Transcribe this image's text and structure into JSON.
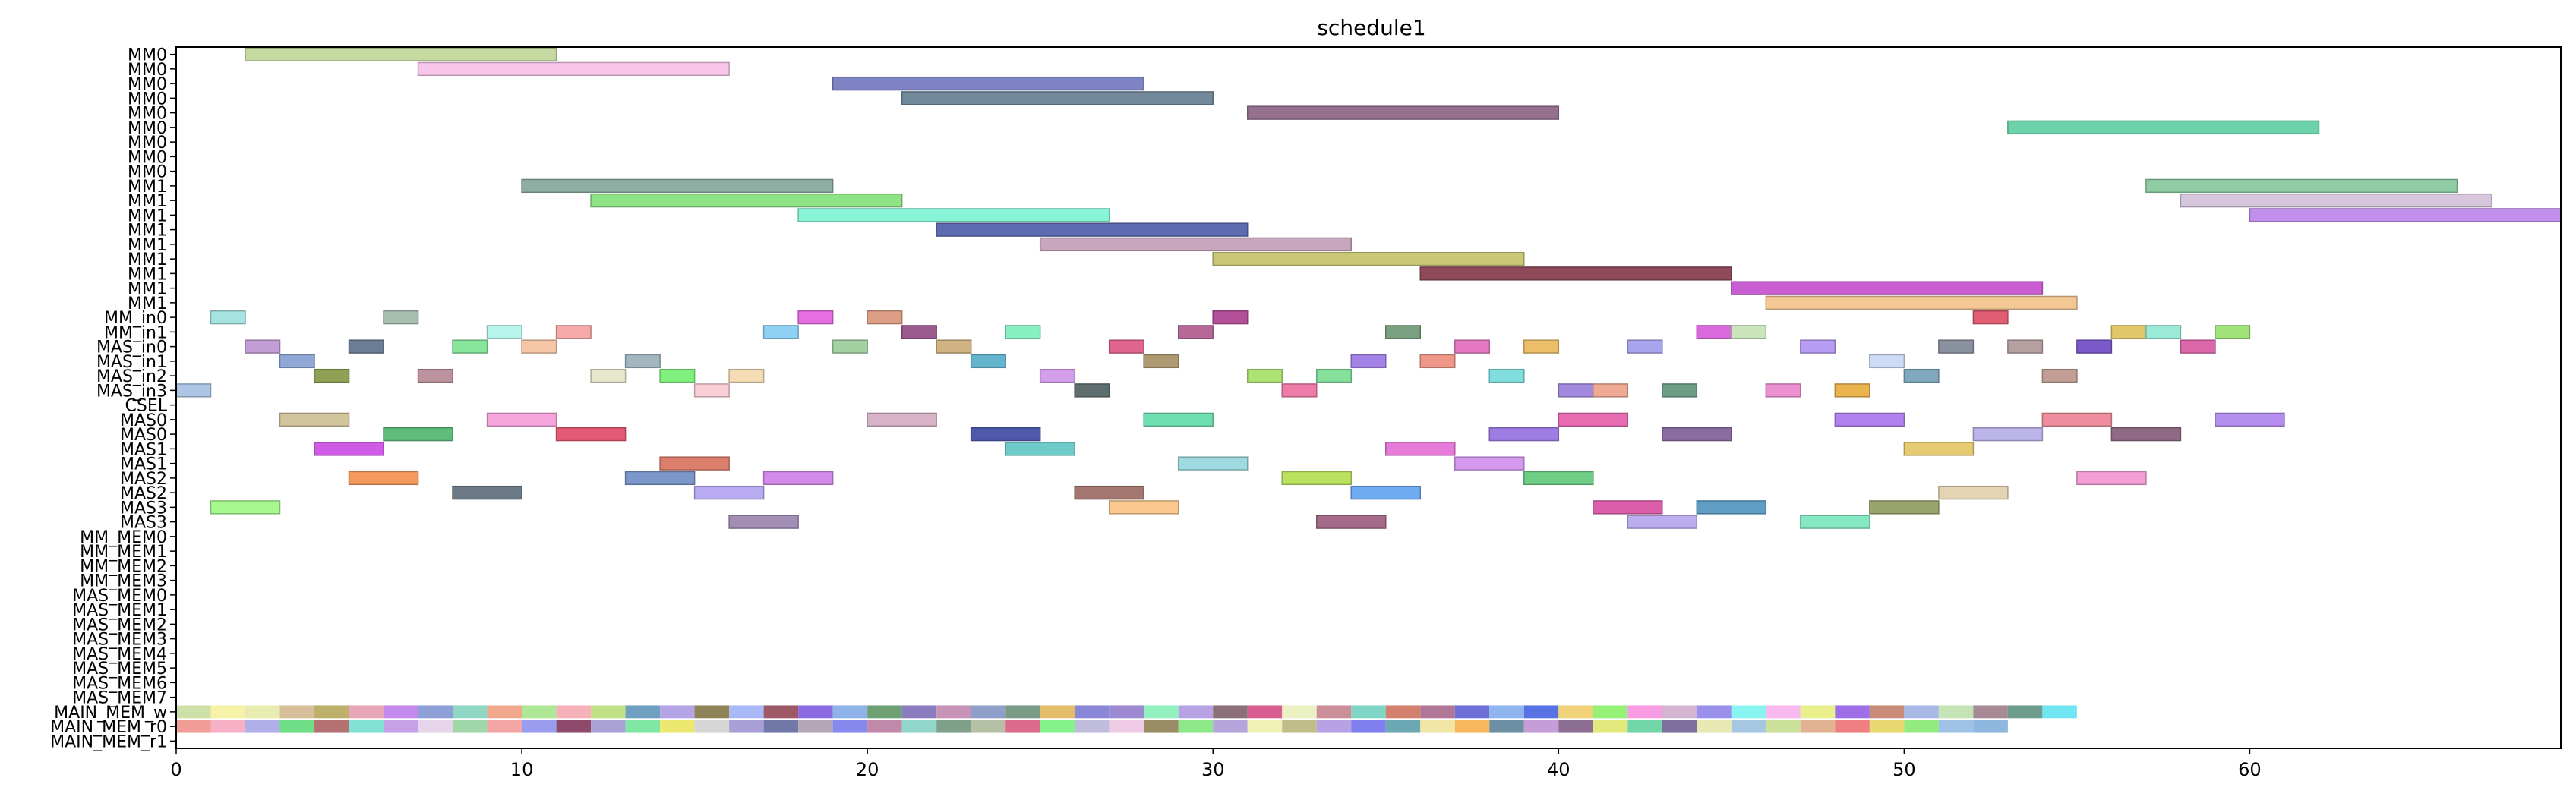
{
  "chart_data": {
    "type": "gantt",
    "title": "schedule1",
    "xlabel": "",
    "ylabel": "",
    "xlim": [
      0,
      69
    ],
    "xticks": [
      0,
      10,
      20,
      30,
      40,
      50,
      60
    ],
    "grid": false,
    "rows": [
      "MM0",
      "MM0",
      "MM0",
      "MM0",
      "MM0",
      "MM0",
      "MM0",
      "MM0",
      "MM0",
      "MM1",
      "MM1",
      "MM1",
      "MM1",
      "MM1",
      "MM1",
      "MM1",
      "MM1",
      "MM1",
      "MM_in0",
      "MM_in1",
      "MAS_in0",
      "MAS_in1",
      "MAS_in2",
      "MAS_in3",
      "CSEL",
      "MAS0",
      "MAS0",
      "MAS1",
      "MAS1",
      "MAS2",
      "MAS2",
      "MAS3",
      "MAS3",
      "MM_MEM0",
      "MM_MEM1",
      "MM_MEM2",
      "MM_MEM3",
      "MAS_MEM0",
      "MAS_MEM1",
      "MAS_MEM2",
      "MAS_MEM3",
      "MAS_MEM4",
      "MAS_MEM5",
      "MAS_MEM6",
      "MAS_MEM7",
      "MAIN_MEM_w",
      "MAIN_MEM_r0",
      "MAIN_MEM_r1"
    ],
    "tasks": [
      {
        "row": 0,
        "start": 2,
        "end": 11,
        "color": "#c5d9a0"
      },
      {
        "row": 1,
        "start": 7,
        "end": 16,
        "color": "#f7c6ea"
      },
      {
        "row": 2,
        "start": 19,
        "end": 28,
        "color": "#7e83c4"
      },
      {
        "row": 3,
        "start": 21,
        "end": 30,
        "color": "#71899b"
      },
      {
        "row": 4,
        "start": 31,
        "end": 40,
        "color": "#95718f"
      },
      {
        "row": 5,
        "start": 53,
        "end": 62,
        "color": "#6bd2a9"
      },
      {
        "row": 9,
        "start": 10,
        "end": 19,
        "color": "#8eada4"
      },
      {
        "row": 9,
        "start": 57,
        "end": 66,
        "color": "#8fcca4"
      },
      {
        "row": 10,
        "start": 12,
        "end": 21,
        "color": "#8ee484"
      },
      {
        "row": 10,
        "start": 58,
        "end": 67,
        "color": "#d8c6dd"
      },
      {
        "row": 11,
        "start": 18,
        "end": 27,
        "color": "#87f5d6"
      },
      {
        "row": 11,
        "start": 60,
        "end": 69,
        "color": "#c18fec"
      },
      {
        "row": 12,
        "start": 22,
        "end": 31,
        "color": "#5d6cb0"
      },
      {
        "row": 13,
        "start": 25,
        "end": 34,
        "color": "#c8a6bd"
      },
      {
        "row": 14,
        "start": 30,
        "end": 39,
        "color": "#c9c877"
      },
      {
        "row": 15,
        "start": 36,
        "end": 45,
        "color": "#8f4a59"
      },
      {
        "row": 16,
        "start": 45,
        "end": 54,
        "color": "#c95ed2"
      },
      {
        "row": 17,
        "start": 46,
        "end": 55,
        "color": "#f4c895"
      },
      {
        "row": 18,
        "start": 1,
        "end": 2,
        "color": "#a6e3e0"
      },
      {
        "row": 18,
        "start": 6,
        "end": 7,
        "color": "#a6bfb0"
      },
      {
        "row": 18,
        "start": 18,
        "end": 19,
        "color": "#e76de2"
      },
      {
        "row": 18,
        "start": 20,
        "end": 21,
        "color": "#dc9f85"
      },
      {
        "row": 18,
        "start": 30,
        "end": 31,
        "color": "#b4509a"
      },
      {
        "row": 18,
        "start": 52,
        "end": 53,
        "color": "#e05d72"
      },
      {
        "row": 19,
        "start": 9,
        "end": 10,
        "color": "#b7f4ec"
      },
      {
        "row": 19,
        "start": 11,
        "end": 12,
        "color": "#f5a9a8"
      },
      {
        "row": 19,
        "start": 17,
        "end": 18,
        "color": "#8fd1f2"
      },
      {
        "row": 19,
        "start": 21,
        "end": 22,
        "color": "#9b5a8d"
      },
      {
        "row": 19,
        "start": 24,
        "end": 25,
        "color": "#88f0c2"
      },
      {
        "row": 19,
        "start": 29,
        "end": 30,
        "color": "#b66896"
      },
      {
        "row": 19,
        "start": 35,
        "end": 36,
        "color": "#79a17f"
      },
      {
        "row": 19,
        "start": 44,
        "end": 45,
        "color": "#d969dd"
      },
      {
        "row": 19,
        "start": 45,
        "end": 46,
        "color": "#cbe4b9"
      },
      {
        "row": 19,
        "start": 56,
        "end": 57,
        "color": "#e2c66a"
      },
      {
        "row": 19,
        "start": 57,
        "end": 58,
        "color": "#9bead6"
      },
      {
        "row": 19,
        "start": 59,
        "end": 60,
        "color": "#a1e27a"
      },
      {
        "row": 20,
        "start": 2,
        "end": 3,
        "color": "#c39ed4"
      },
      {
        "row": 20,
        "start": 5,
        "end": 6,
        "color": "#6a7d94"
      },
      {
        "row": 20,
        "start": 8,
        "end": 9,
        "color": "#87e49b"
      },
      {
        "row": 20,
        "start": 10,
        "end": 11,
        "color": "#f6c6a6"
      },
      {
        "row": 20,
        "start": 19,
        "end": 20,
        "color": "#a4d1a2"
      },
      {
        "row": 20,
        "start": 22,
        "end": 23,
        "color": "#cfb382"
      },
      {
        "row": 20,
        "start": 27,
        "end": 28,
        "color": "#e0648e"
      },
      {
        "row": 20,
        "start": 37,
        "end": 38,
        "color": "#e57ac3"
      },
      {
        "row": 20,
        "start": 39,
        "end": 40,
        "color": "#ecbe6a"
      },
      {
        "row": 20,
        "start": 42,
        "end": 43,
        "color": "#a8a5ec"
      },
      {
        "row": 20,
        "start": 47,
        "end": 48,
        "color": "#b69cf3"
      },
      {
        "row": 20,
        "start": 51,
        "end": 52,
        "color": "#8a919e"
      },
      {
        "row": 20,
        "start": 53,
        "end": 54,
        "color": "#b6a0a2"
      },
      {
        "row": 20,
        "start": 55,
        "end": 56,
        "color": "#7c59c9"
      },
      {
        "row": 20,
        "start": 58,
        "end": 59,
        "color": "#dc68ac"
      },
      {
        "row": 21,
        "start": 3,
        "end": 4,
        "color": "#8fa8d6"
      },
      {
        "row": 21,
        "start": 13,
        "end": 14,
        "color": "#a4b7c1"
      },
      {
        "row": 21,
        "start": 23,
        "end": 24,
        "color": "#65b4ce"
      },
      {
        "row": 21,
        "start": 28,
        "end": 29,
        "color": "#ad9a72"
      },
      {
        "row": 21,
        "start": 34,
        "end": 35,
        "color": "#a483e6"
      },
      {
        "row": 21,
        "start": 36,
        "end": 37,
        "color": "#ef988a"
      },
      {
        "row": 21,
        "start": 49,
        "end": 50,
        "color": "#cddcf4"
      },
      {
        "row": 22,
        "start": 4,
        "end": 5,
        "color": "#8ea154"
      },
      {
        "row": 22,
        "start": 7,
        "end": 8,
        "color": "#bd919d"
      },
      {
        "row": 22,
        "start": 12,
        "end": 13,
        "color": "#e7e7cc"
      },
      {
        "row": 22,
        "start": 14,
        "end": 15,
        "color": "#80f17e"
      },
      {
        "row": 22,
        "start": 16,
        "end": 17,
        "color": "#f5dcb5"
      },
      {
        "row": 22,
        "start": 25,
        "end": 26,
        "color": "#d59eeb"
      },
      {
        "row": 22,
        "start": 31,
        "end": 32,
        "color": "#ade274"
      },
      {
        "row": 22,
        "start": 33,
        "end": 34,
        "color": "#84e09a"
      },
      {
        "row": 22,
        "start": 38,
        "end": 39,
        "color": "#80dedf"
      },
      {
        "row": 22,
        "start": 50,
        "end": 51,
        "color": "#7fa8bc"
      },
      {
        "row": 22,
        "start": 54,
        "end": 55,
        "color": "#c39e94"
      },
      {
        "row": 23,
        "start": 0,
        "end": 1,
        "color": "#adc6e6"
      },
      {
        "row": 23,
        "start": 15,
        "end": 16,
        "color": "#fbcfd8"
      },
      {
        "row": 23,
        "start": 26,
        "end": 27,
        "color": "#5e6e6f"
      },
      {
        "row": 23,
        "start": 32,
        "end": 33,
        "color": "#ee7ca8"
      },
      {
        "row": 23,
        "start": 40,
        "end": 41,
        "color": "#a388e0"
      },
      {
        "row": 23,
        "start": 41,
        "end": 42,
        "color": "#f0a993"
      },
      {
        "row": 23,
        "start": 43,
        "end": 44,
        "color": "#6c9d85"
      },
      {
        "row": 23,
        "start": 46,
        "end": 47,
        "color": "#eb90d0"
      },
      {
        "row": 23,
        "start": 48,
        "end": 49,
        "color": "#ebb34e"
      },
      {
        "row": 25,
        "start": 3,
        "end": 5,
        "color": "#d2c49c"
      },
      {
        "row": 25,
        "start": 9,
        "end": 11,
        "color": "#f4a6dd"
      },
      {
        "row": 25,
        "start": 20,
        "end": 22,
        "color": "#d7b4c7"
      },
      {
        "row": 25,
        "start": 28,
        "end": 30,
        "color": "#6fdfb2"
      },
      {
        "row": 25,
        "start": 40,
        "end": 42,
        "color": "#e86ab1"
      },
      {
        "row": 25,
        "start": 48,
        "end": 50,
        "color": "#b182ef"
      },
      {
        "row": 25,
        "start": 54,
        "end": 56,
        "color": "#ed8d9d"
      },
      {
        "row": 25,
        "start": 59,
        "end": 61,
        "color": "#b58ff0"
      },
      {
        "row": 26,
        "start": 6,
        "end": 8,
        "color": "#5ebd7a"
      },
      {
        "row": 26,
        "start": 11,
        "end": 13,
        "color": "#e45a74"
      },
      {
        "row": 26,
        "start": 23,
        "end": 25,
        "color": "#4e59ac"
      },
      {
        "row": 26,
        "start": 38,
        "end": 40,
        "color": "#9e7de2"
      },
      {
        "row": 26,
        "start": 43,
        "end": 45,
        "color": "#8a6ca0"
      },
      {
        "row": 26,
        "start": 52,
        "end": 54,
        "color": "#bcb5ea"
      },
      {
        "row": 26,
        "start": 56,
        "end": 58,
        "color": "#8f6a84"
      },
      {
        "row": 27,
        "start": 4,
        "end": 6,
        "color": "#cf5ce7"
      },
      {
        "row": 27,
        "start": 24,
        "end": 26,
        "color": "#6ecbc9"
      },
      {
        "row": 27,
        "start": 35,
        "end": 37,
        "color": "#e77bd9"
      },
      {
        "row": 27,
        "start": 50,
        "end": 52,
        "color": "#e6cb73"
      },
      {
        "row": 28,
        "start": 14,
        "end": 16,
        "color": "#dc7f6d"
      },
      {
        "row": 28,
        "start": 29,
        "end": 31,
        "color": "#9fdae0"
      },
      {
        "row": 28,
        "start": 37,
        "end": 39,
        "color": "#d59af0"
      },
      {
        "row": 29,
        "start": 5,
        "end": 7,
        "color": "#f59a5d"
      },
      {
        "row": 29,
        "start": 13,
        "end": 15,
        "color": "#7c97c9"
      },
      {
        "row": 29,
        "start": 17,
        "end": 19,
        "color": "#d48ae8"
      },
      {
        "row": 29,
        "start": 32,
        "end": 34,
        "color": "#bbe25e"
      },
      {
        "row": 29,
        "start": 39,
        "end": 41,
        "color": "#6fce85"
      },
      {
        "row": 29,
        "start": 55,
        "end": 57,
        "color": "#f4a0d6"
      },
      {
        "row": 30,
        "start": 8,
        "end": 10,
        "color": "#6c7a88"
      },
      {
        "row": 30,
        "start": 15,
        "end": 17,
        "color": "#b9acf2"
      },
      {
        "row": 30,
        "start": 26,
        "end": 28,
        "color": "#a3766f"
      },
      {
        "row": 30,
        "start": 34,
        "end": 36,
        "color": "#6fabf0"
      },
      {
        "row": 30,
        "start": 51,
        "end": 53,
        "color": "#e4d4b4"
      },
      {
        "row": 31,
        "start": 1,
        "end": 3,
        "color": "#a6f88f"
      },
      {
        "row": 31,
        "start": 27,
        "end": 29,
        "color": "#fbc98f"
      },
      {
        "row": 31,
        "start": 41,
        "end": 43,
        "color": "#db5eaa"
      },
      {
        "row": 31,
        "start": 44,
        "end": 46,
        "color": "#5f9dc5"
      },
      {
        "row": 31,
        "start": 49,
        "end": 51,
        "color": "#98a66e"
      },
      {
        "row": 32,
        "start": 16,
        "end": 18,
        "color": "#a38fb6"
      },
      {
        "row": 32,
        "start": 33,
        "end": 35,
        "color": "#a66a8a"
      },
      {
        "row": 32,
        "start": 42,
        "end": 44,
        "color": "#bcaeee"
      },
      {
        "row": 32,
        "start": 47,
        "end": 49,
        "color": "#85e8c3"
      }
    ],
    "memory_rows": [
      {
        "row": 45,
        "colors": [
          "#cde0a8",
          "#f6f3a8",
          "#e8ecb0",
          "#d6bf9a",
          "#bdb06a",
          "#e7a7b9",
          "#c389ec",
          "#8d9fd6",
          "#8fd6c3",
          "#f2a88d",
          "#aee897",
          "#f5b0b8",
          "#c1e186",
          "#6f9fc1",
          "#b4a4e6",
          "#8e8356",
          "#a9b8f6",
          "#9d5a66",
          "#8a6ae0",
          "#8fb2e8",
          "#6ea074",
          "#8b7dbf",
          "#c793b7",
          "#8f9fc9",
          "#7a9b86",
          "#e4bd6a",
          "#8b87d8",
          "#9e8ad3",
          "#92f1be",
          "#b7a3e3",
          "#8c7077",
          "#d85e91",
          "#ecf1c3",
          "#cb8f9a",
          "#7fd6c4",
          "#d4806f",
          "#b07896",
          "#6f6fd8",
          "#8fb4ee",
          "#5a73e4",
          "#f0d27a",
          "#96f277",
          "#f89ce3",
          "#d3b5d2",
          "#9890ea",
          "#88f5f2",
          "#f7b9ef",
          "#e9f08b",
          "#9d6ee6",
          "#c98a78",
          "#a9b9e6",
          "#c5e3b5",
          "#a78a96",
          "#6f9d8c",
          "#70e6f2"
        ]
      },
      {
        "row": 46,
        "colors": [
          "#f29c98",
          "#f6b1c6",
          "#b1afe9",
          "#6fde87",
          "#b57272",
          "#83e2d5",
          "#c7a1e8",
          "#e5d4ea",
          "#9fd7a8",
          "#f4a6a6",
          "#9a9cf0",
          "#8e4a6a",
          "#aaa1d6",
          "#7fe6a3",
          "#ece86f",
          "#d6d6d6",
          "#a79fd6",
          "#6f78a6",
          "#b3a6b6",
          "#868aee",
          "#c089a9",
          "#92d6c9",
          "#7fa08a",
          "#b5c0a4",
          "#db6a8c",
          "#86f28b",
          "#bfbcdc",
          "#f0cbe5",
          "#9a8c64",
          "#8de889",
          "#b4a5dc",
          "#eef2b5",
          "#c1bd8a",
          "#b7a2e6",
          "#7f7ff0",
          "#6ba8b3",
          "#f1e6a6",
          "#f8b75a",
          "#6c8fa4",
          "#c59ed8",
          "#8d6e93",
          "#e2e97c",
          "#72d6a8",
          "#7e6f9e",
          "#e7e9b3",
          "#a6c7e2",
          "#cbe09a",
          "#e2b392",
          "#f07f84",
          "#e8d870",
          "#93ea7f",
          "#9ec1e6",
          "#8fb8e0"
        ]
      }
    ]
  }
}
